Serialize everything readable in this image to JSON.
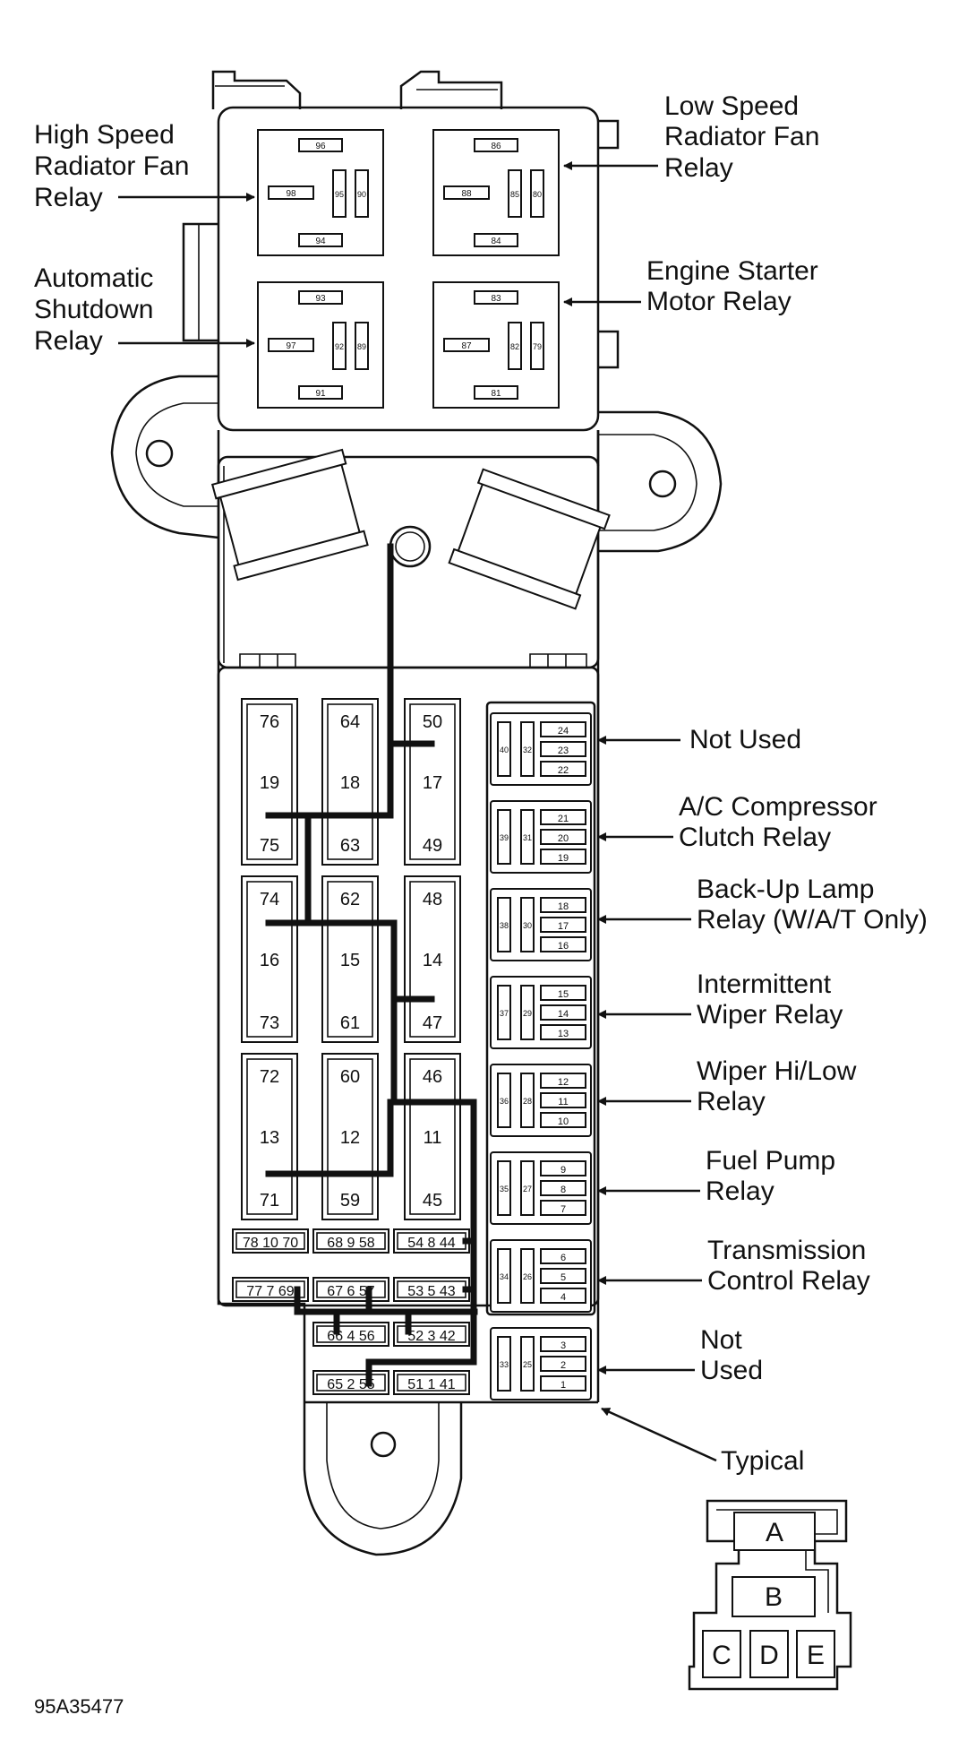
{
  "relays": {
    "high_speed_fan": {
      "top": "96",
      "left": "98",
      "mid1": "95",
      "mid2": "90",
      "bottom": "94"
    },
    "low_speed_fan": {
      "top": "86",
      "left": "88",
      "mid1": "85",
      "mid2": "80",
      "bottom": "84"
    },
    "asd": {
      "top": "93",
      "left": "97",
      "mid1": "92",
      "mid2": "89",
      "bottom": "91"
    },
    "starter": {
      "top": "83",
      "left": "87",
      "mid1": "82",
      "mid2": "79",
      "bottom": "81"
    }
  },
  "callouts": {
    "high_speed": [
      "High Speed",
      "Radiator Fan",
      "Relay"
    ],
    "low_speed": [
      "Low Speed",
      "Radiator Fan",
      "Relay"
    ],
    "asd": [
      "Automatic",
      "Shutdown",
      "Relay"
    ],
    "starter": [
      "Engine Starter",
      "Motor Relay"
    ],
    "side": [
      [
        "Not Used"
      ],
      [
        "A/C Compressor",
        "Clutch Relay"
      ],
      [
        "Back-Up Lamp",
        "Relay (W/A/T Only)"
      ],
      [
        "Intermittent",
        "Wiper Relay"
      ],
      [
        "Wiper Hi/Low",
        "Relay"
      ],
      [
        "Fuel Pump",
        "Relay"
      ],
      [
        "Transmission",
        "Control Relay"
      ],
      [
        "Not",
        "Used"
      ]
    ],
    "typical": "Typical"
  },
  "fuse_columns": [
    [
      [
        "76",
        "19",
        "75"
      ],
      [
        "74",
        "16",
        "73"
      ],
      [
        "72",
        "13",
        "71"
      ]
    ],
    [
      [
        "64",
        "18",
        "63"
      ],
      [
        "62",
        "15",
        "61"
      ],
      [
        "60",
        "12",
        "59"
      ]
    ],
    [
      [
        "50",
        "17",
        "49"
      ],
      [
        "48",
        "14",
        "47"
      ],
      [
        "46",
        "11",
        "45"
      ]
    ]
  ],
  "mini_fuse_rows": [
    [
      "78 10 70",
      "68 9 58",
      "54 8 44"
    ],
    [
      "77 7 69",
      "67 6 57",
      "53 5 43"
    ],
    [
      "66 4 56",
      "52 3 42"
    ],
    [
      "65 2 55",
      "51 1 41"
    ]
  ],
  "small_relays": [
    {
      "a": "40",
      "b": "32",
      "c": [
        "24",
        "23",
        "22"
      ]
    },
    {
      "a": "39",
      "b": "31",
      "c": [
        "21",
        "20",
        "19"
      ]
    },
    {
      "a": "38",
      "b": "30",
      "c": [
        "18",
        "17",
        "16"
      ]
    },
    {
      "a": "37",
      "b": "29",
      "c": [
        "15",
        "14",
        "13"
      ]
    },
    {
      "a": "36",
      "b": "28",
      "c": [
        "12",
        "11",
        "10"
      ]
    },
    {
      "a": "35",
      "b": "27",
      "c": [
        "9",
        "8",
        "7"
      ]
    },
    {
      "a": "34",
      "b": "26",
      "c": [
        "6",
        "5",
        "4"
      ]
    },
    {
      "a": "33",
      "b": "25",
      "c": [
        "3",
        "2",
        "1"
      ]
    }
  ],
  "connector": {
    "a": "A",
    "b": "B",
    "c": "C",
    "d": "D",
    "e": "E"
  },
  "figure_id": "95A35477"
}
